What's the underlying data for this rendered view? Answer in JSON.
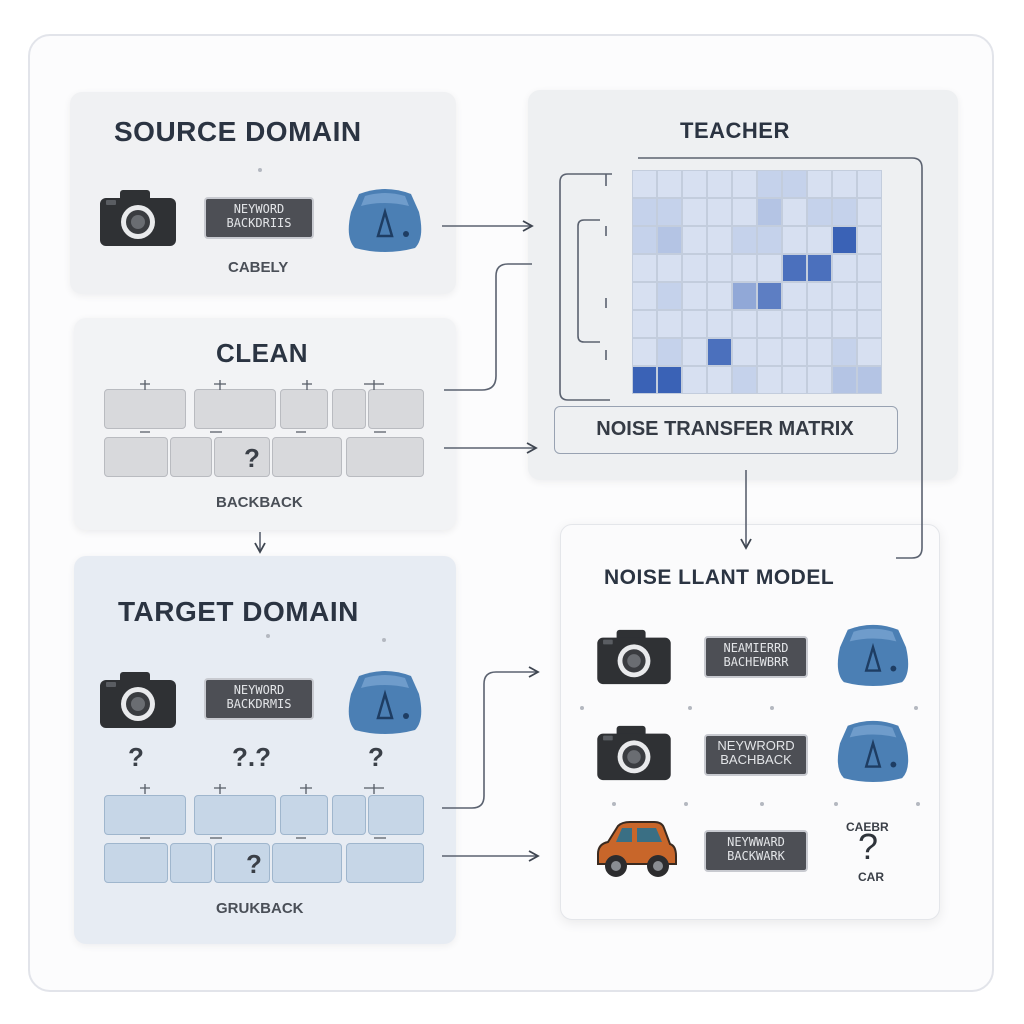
{
  "source": {
    "title": "SOURCE DOMAIN",
    "tag": [
      "NEYWORD",
      "BACKDRIIS"
    ],
    "caption": "CABELY"
  },
  "clean": {
    "title": "CLEAN",
    "caption": "BACKBACK",
    "mark": "?"
  },
  "target": {
    "title": "TARGET DOMAIN",
    "tag": [
      "NEYWORD",
      "BACKDRMIS"
    ],
    "marks": [
      "?",
      "?.?",
      "?"
    ],
    "row_mark": "?",
    "caption": "GRUKBACK"
  },
  "teacher": {
    "title": "TEACHER",
    "matrix_label": "NOISE TRANSFER MATRIX",
    "matrix": [
      [
        0.1,
        0.1,
        0.1,
        0.1,
        0.1,
        0.2,
        0.2,
        0.1,
        0.1,
        0.1
      ],
      [
        0.2,
        0.2,
        0.1,
        0.1,
        0.1,
        0.3,
        0.1,
        0.2,
        0.2,
        0.1
      ],
      [
        0.2,
        0.3,
        0.1,
        0.1,
        0.2,
        0.2,
        0.1,
        0.1,
        1.0,
        0.1
      ],
      [
        0.1,
        0.1,
        0.1,
        0.1,
        0.1,
        0.1,
        0.9,
        0.9,
        0.1,
        0.1
      ],
      [
        0.1,
        0.2,
        0.1,
        0.1,
        0.5,
        0.8,
        0.1,
        0.1,
        0.1,
        0.1
      ],
      [
        0.1,
        0.1,
        0.1,
        0.1,
        0.1,
        0.1,
        0.1,
        0.1,
        0.1,
        0.1
      ],
      [
        0.1,
        0.2,
        0.1,
        0.9,
        0.1,
        0.1,
        0.1,
        0.1,
        0.2,
        0.1
      ],
      [
        1.0,
        1.0,
        0.1,
        0.1,
        0.2,
        0.1,
        0.1,
        0.1,
        0.3,
        0.3
      ]
    ]
  },
  "model": {
    "title": "NOISE LLANT MODEL",
    "rows": [
      {
        "tag": [
          "NEAMIERRD",
          "BACHEWBRR"
        ]
      },
      {
        "tag": [
          "NEYWRORD",
          "BACHBACK"
        ]
      },
      {
        "tag": [
          "NEYWWARD",
          "BACKWARK"
        ],
        "label_top": "CAEBR",
        "label_bottom": "CAR",
        "mark": "?"
      }
    ]
  },
  "icons": [
    "camera-icon",
    "jar-icon",
    "car-icon",
    "arrow-icon"
  ],
  "colors": {
    "accent_blue": "#3c62b6",
    "light_blue": "#d3ddee",
    "dark_tag": "#4d4f55",
    "target_bg": "#e7ecf3"
  }
}
